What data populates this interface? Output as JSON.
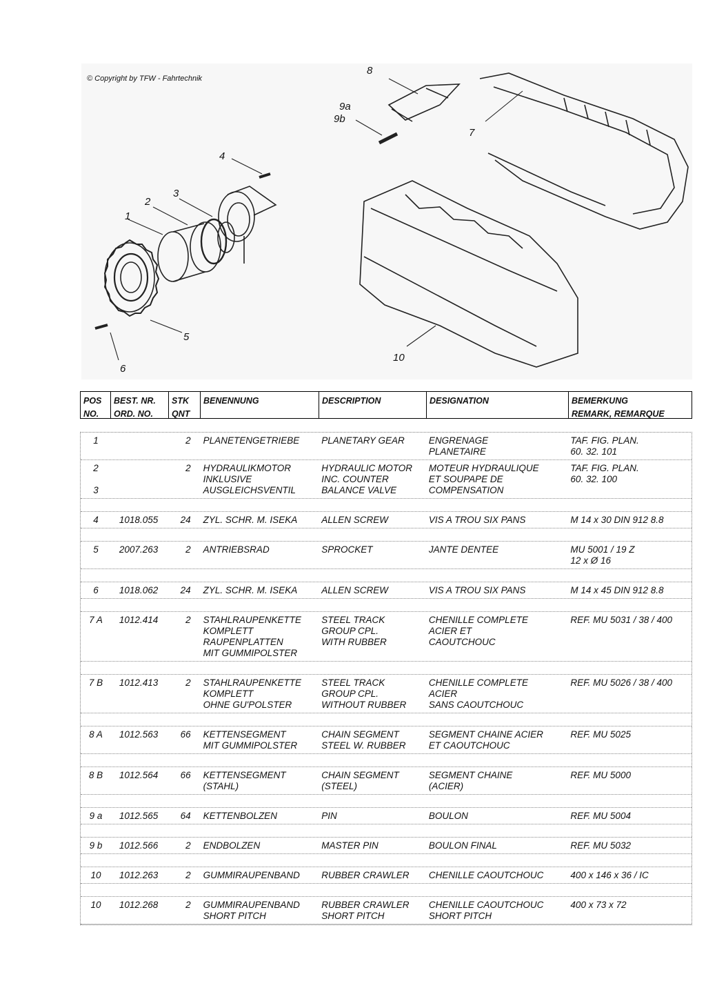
{
  "figure": {
    "copyright": "© Copyright  by   TFW - Fahrtechnik",
    "callouts": [
      "1",
      "2",
      "3",
      "4",
      "5",
      "6",
      "7",
      "8",
      "9a",
      "9b",
      "10"
    ]
  },
  "header": {
    "pos": "POS\nNO.",
    "best": "BEST. NR.\nORD. NO.",
    "stk": "STK\nQNT",
    "benennung": "BENENNUNG",
    "description": "DESCRIPTION",
    "designation": "DESIGNATION",
    "bemerkung": "BEMERKUNG\nREMARK, REMARQUE"
  },
  "rows": [
    {
      "pos": "1",
      "ord": "",
      "qty": "2",
      "de": "PLANETENGETRIEBE",
      "en": "PLANETARY GEAR",
      "fr": "ENGRENAGE\nPLANETAIRE",
      "rem": "TAF. FIG. PLAN.\n60. 32. 101"
    },
    {
      "pos": "2\n\n3",
      "ord": "",
      "qty": "2",
      "de": "HYDRAULIKMOTOR\nINKLUSIVE\nAUSGLEICHSVENTIL",
      "en": "HYDRAULIC MOTOR\nINC. COUNTER\nBALANCE VALVE",
      "fr": "MOTEUR HYDRAULIQUE\nET SOUPAPE DE\nCOMPENSATION",
      "rem": "TAF. FIG. PLAN.\n60. 32. 100"
    },
    {
      "sep": true
    },
    {
      "pos": "4",
      "ord": "1018.055",
      "qty": "24",
      "de": "ZYL. SCHR. M. ISEKA",
      "en": "ALLEN SCREW",
      "fr": "VIS A TROU SIX PANS",
      "rem": "M 14 x 30   DIN  912  8.8"
    },
    {
      "sep": true
    },
    {
      "pos": "5",
      "ord": "2007.263",
      "qty": "2",
      "de": "ANTRIEBSRAD",
      "en": "SPROCKET",
      "fr": "JANTE DENTEE",
      "rem": "MU 5001  /  19 Z\n12 x Ø 16"
    },
    {
      "sep": true
    },
    {
      "pos": "6",
      "ord": "1018.062",
      "qty": "24",
      "de": "ZYL. SCHR. M. ISEKA",
      "en": "ALLEN SCREW",
      "fr": "VIS A TROU SIX PANS",
      "rem": "M 14 x 45   DIN 912  8.8"
    },
    {
      "sep": true
    },
    {
      "pos": "7 A",
      "ord": "1012.414",
      "qty": "2",
      "de": "STAHLRAUPENKETTE\nKOMPLETT\nRAUPENPLATTEN\nMIT GUMMIPOLSTER",
      "en": "STEEL TRACK\nGROUP CPL.\nWITH RUBBER",
      "fr": "CHENILLE COMPLETE\nACIER   ET\nCAOUTCHOUC",
      "rem": "REF. MU 5031 / 38 / 400"
    },
    {
      "sep": true
    },
    {
      "pos": "7 B",
      "ord": "1012.413",
      "qty": "2",
      "de": "STAHLRAUPENKETTE\nKOMPLETT\nOHNE GU'POLSTER",
      "en": "STEEL TRACK\nGROUP CPL.\nWITHOUT RUBBER",
      "fr": "CHENILLE COMPLETE\nACIER\nSANS CAOUTCHOUC",
      "rem": "REF. MU 5026 / 38 / 400"
    },
    {
      "sep": true
    },
    {
      "pos": "8 A",
      "ord": "1012.563",
      "qty": "66",
      "de": "KETTENSEGMENT\nMIT GUMMIPOLSTER",
      "en": "CHAIN SEGMENT\nSTEEL W. RUBBER",
      "fr": "SEGMENT CHAINE  ACIER\nET CAOUTCHOUC",
      "rem": "REF. MU 5025"
    },
    {
      "sep": true
    },
    {
      "pos": "8 B",
      "ord": "1012.564",
      "qty": "66",
      "de": "KETTENSEGMENT\n(STAHL)",
      "en": "CHAIN SEGMENT\n(STEEL)",
      "fr": "SEGMENT CHAINE\n(ACIER)",
      "rem": "REF. MU 5000"
    },
    {
      "sep": true
    },
    {
      "pos": "9 a",
      "ord": "1012.565",
      "qty": "64",
      "de": "KETTENBOLZEN",
      "en": "PIN",
      "fr": "BOULON",
      "rem": "REF. MU 5004"
    },
    {
      "sep": true
    },
    {
      "pos": "9 b",
      "ord": "1012.566",
      "qty": "2",
      "de": "ENDBOLZEN",
      "en": "MASTER PIN",
      "fr": "BOULON FINAL",
      "rem": "REF. MU 5032"
    },
    {
      "sep": true
    },
    {
      "pos": "10",
      "ord": "1012.263",
      "qty": "2",
      "de": "GUMMIRAUPENBAND",
      "en": "RUBBER CRAWLER",
      "fr": "CHENILLE CAOUTCHOUC",
      "rem": "400 x 146 x 36 / IC"
    },
    {
      "sep": true
    },
    {
      "pos": "10",
      "ord": "1012.268",
      "qty": "2",
      "de": "GUMMIRAUPENBAND\nSHORT PITCH",
      "en": "RUBBER CRAWLER\nSHORT PITCH",
      "fr": "CHENILLE CAOUTCHOUC\nSHORT PITCH",
      "rem": "400 x 73 x 72"
    }
  ]
}
